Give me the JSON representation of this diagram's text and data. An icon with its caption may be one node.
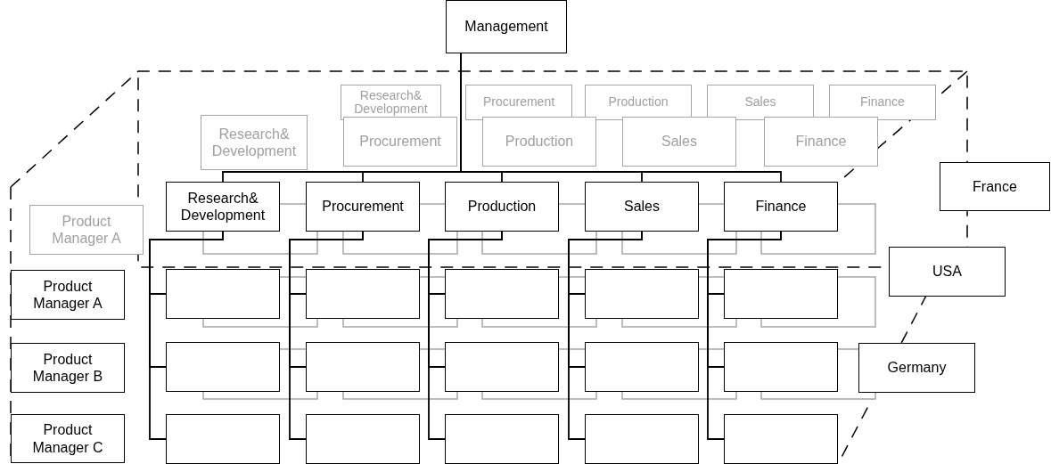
{
  "diagram": {
    "nodes": [
      {
        "text": [
          "Management"
        ]
      },
      {
        "text": [
          "Research& Development"
        ]
      },
      {
        "text": [
          "Procurement"
        ]
      },
      {
        "text": [
          "Production"
        ]
      },
      {
        "text": [
          "Sales"
        ]
      },
      {
        "text": [
          "Finance"
        ]
      },
      {
        "text": [
          "Research& Development"
        ]
      },
      {
        "text": [
          "Procurement"
        ]
      },
      {
        "text": [
          "Production"
        ]
      },
      {
        "text": [
          "Sales"
        ]
      },
      {
        "text": [
          "Finance"
        ]
      },
      {
        "text": [
          "France"
        ]
      },
      {
        "text": [
          "Research& Development"
        ]
      },
      {
        "text": [
          "Procurement"
        ]
      },
      {
        "text": [
          "Production"
        ]
      },
      {
        "text": [
          "Sales"
        ]
      },
      {
        "text": [
          "Finance"
        ]
      },
      {
        "text": [
          "Product Manager A"
        ]
      },
      {
        "text": [
          "USA"
        ]
      },
      {
        "text": [
          "Product Manager A"
        ]
      },
      {
        "text": [],
        "shape": "box"
      },
      {
        "text": [],
        "shape": "box"
      },
      {
        "text": [],
        "shape": "box"
      },
      {
        "text": [],
        "shape": "box"
      },
      {
        "text": [],
        "shape": "box"
      },
      {
        "text": [],
        "shape": "box"
      },
      {
        "text": [],
        "shape": "box"
      },
      {
        "text": [],
        "shape": "box"
      },
      {
        "text": [],
        "shape": "box"
      },
      {
        "text": [],
        "shape": "box"
      },
      {
        "text": [],
        "shape": "box"
      },
      {
        "text": [],
        "shape": "box"
      },
      {
        "text": [],
        "shape": "box"
      },
      {
        "text": [],
        "shape": "box"
      },
      {
        "text": [],
        "shape": "box"
      },
      {
        "text": [
          "Product Manager B"
        ]
      },
      {
        "text": [
          "Germany"
        ]
      },
      {
        "text": [
          "Product Manager C"
        ]
      }
    ],
    "edges": [
      {
        "from": 0,
        "to": 12,
        "arrow": "none"
      },
      {
        "from": 0,
        "to": 13,
        "arrow": "none"
      },
      {
        "from": 0,
        "to": 14,
        "arrow": "none"
      },
      {
        "from": 0,
        "to": 15,
        "arrow": "none"
      },
      {
        "from": 0,
        "to": 16,
        "arrow": "none"
      },
      {
        "from": 12,
        "to": 20,
        "arrow": "none"
      },
      {
        "from": 12,
        "to": 25,
        "arrow": "none"
      },
      {
        "from": 12,
        "to": 30,
        "arrow": "none"
      },
      {
        "from": 13,
        "to": 21,
        "arrow": "none"
      },
      {
        "from": 13,
        "to": 26,
        "arrow": "none"
      },
      {
        "from": 13,
        "to": 31,
        "arrow": "none"
      },
      {
        "from": 14,
        "to": 22,
        "arrow": "none"
      },
      {
        "from": 14,
        "to": 27,
        "arrow": "none"
      },
      {
        "from": 14,
        "to": 32,
        "arrow": "none"
      },
      {
        "from": 15,
        "to": 23,
        "arrow": "none"
      },
      {
        "from": 15,
        "to": 28,
        "arrow": "none"
      },
      {
        "from": 15,
        "to": 33,
        "arrow": "none"
      },
      {
        "from": 16,
        "to": 24,
        "arrow": "none"
      },
      {
        "from": 16,
        "to": 29,
        "arrow": "none"
      },
      {
        "from": 16,
        "to": 34,
        "arrow": "none"
      }
    ]
  }
}
